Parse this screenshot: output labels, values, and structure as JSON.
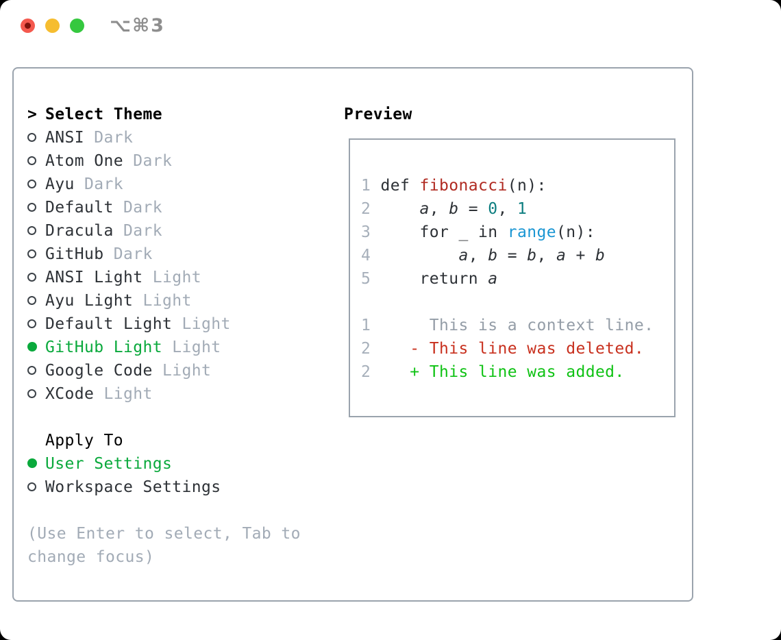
{
  "window": {
    "shortcut": "⌥⌘3",
    "traffic_lights": [
      "close",
      "minimize",
      "zoom"
    ]
  },
  "theme_picker": {
    "heading_prefix": ">",
    "heading": "Select Theme",
    "items": [
      {
        "name": "ANSI",
        "variant": "Dark",
        "selected": false
      },
      {
        "name": "Atom One",
        "variant": "Dark",
        "selected": false
      },
      {
        "name": "Ayu",
        "variant": "Dark",
        "selected": false
      },
      {
        "name": "Default",
        "variant": "Dark",
        "selected": false
      },
      {
        "name": "Dracula",
        "variant": "Dark",
        "selected": false
      },
      {
        "name": "GitHub",
        "variant": "Dark",
        "selected": false
      },
      {
        "name": "ANSI Light",
        "variant": "Light",
        "selected": false
      },
      {
        "name": "Ayu Light",
        "variant": "Light",
        "selected": false
      },
      {
        "name": "Default Light",
        "variant": "Light",
        "selected": false
      },
      {
        "name": "GitHub Light",
        "variant": "Light",
        "selected": true
      },
      {
        "name": "Google Code",
        "variant": "Light",
        "selected": false
      },
      {
        "name": "XCode",
        "variant": "Light",
        "selected": false
      }
    ],
    "apply_to": {
      "heading": "Apply To",
      "options": [
        {
          "label": "User Settings",
          "selected": true
        },
        {
          "label": "Workspace Settings",
          "selected": false
        }
      ]
    },
    "hint_lines": [
      "(Use Enter to select, Tab to",
      "change focus)"
    ]
  },
  "preview": {
    "title": "Preview",
    "code_lines": [
      {
        "num": "1",
        "segments": [
          [
            "def ",
            "fg"
          ],
          [
            "fibonacci",
            "fn"
          ],
          [
            "(n):",
            "fg"
          ]
        ]
      },
      {
        "num": "2",
        "segments": [
          [
            "    ",
            "fg"
          ],
          [
            "a",
            "var"
          ],
          [
            ", ",
            "fg"
          ],
          [
            "b",
            "var"
          ],
          [
            " = ",
            "fg"
          ],
          [
            "0",
            "num"
          ],
          [
            ", ",
            "fg"
          ],
          [
            "1",
            "num"
          ]
        ]
      },
      {
        "num": "3",
        "segments": [
          [
            "    for _ in ",
            "fg"
          ],
          [
            "range",
            "builtin"
          ],
          [
            "(n):",
            "fg"
          ]
        ]
      },
      {
        "num": "4",
        "segments": [
          [
            "        ",
            "fg"
          ],
          [
            "a",
            "var"
          ],
          [
            ", ",
            "fg"
          ],
          [
            "b",
            "var"
          ],
          [
            " = ",
            "fg"
          ],
          [
            "b",
            "var"
          ],
          [
            ", ",
            "fg"
          ],
          [
            "a",
            "var"
          ],
          [
            " + ",
            "fg"
          ],
          [
            "b",
            "var"
          ]
        ]
      },
      {
        "num": "5",
        "segments": [
          [
            "    return ",
            "fg"
          ],
          [
            "a",
            "var"
          ]
        ]
      }
    ],
    "diff_lines": [
      {
        "num": "1",
        "kind": "ctx",
        "text": "     This is a context line."
      },
      {
        "num": "2",
        "kind": "del",
        "text": "   - This line was deleted."
      },
      {
        "num": "2",
        "kind": "add",
        "text": "   + This line was added."
      }
    ]
  },
  "colors": {
    "window_bg": "#ffffff",
    "border": "#9aa3ad",
    "heading": "#000000",
    "fg": "#2d3136",
    "muted": "#a2abb6",
    "green": "#0aa93c",
    "radio_stroke": "#3c4248",
    "line_number": "#a6afba",
    "code_red": "#b02a21",
    "code_teal": "#0d7e80",
    "code_blue": "#1a96d3",
    "diff_ctx": "#949da7",
    "diff_red": "#c8301e",
    "diff_green": "#0fc214",
    "light_red": "#f4594e",
    "light_red_dot": "#7f130c",
    "light_yellow": "#f6bd30",
    "light_green": "#35c83f",
    "shortcut_gray": "#8e8e8e"
  }
}
